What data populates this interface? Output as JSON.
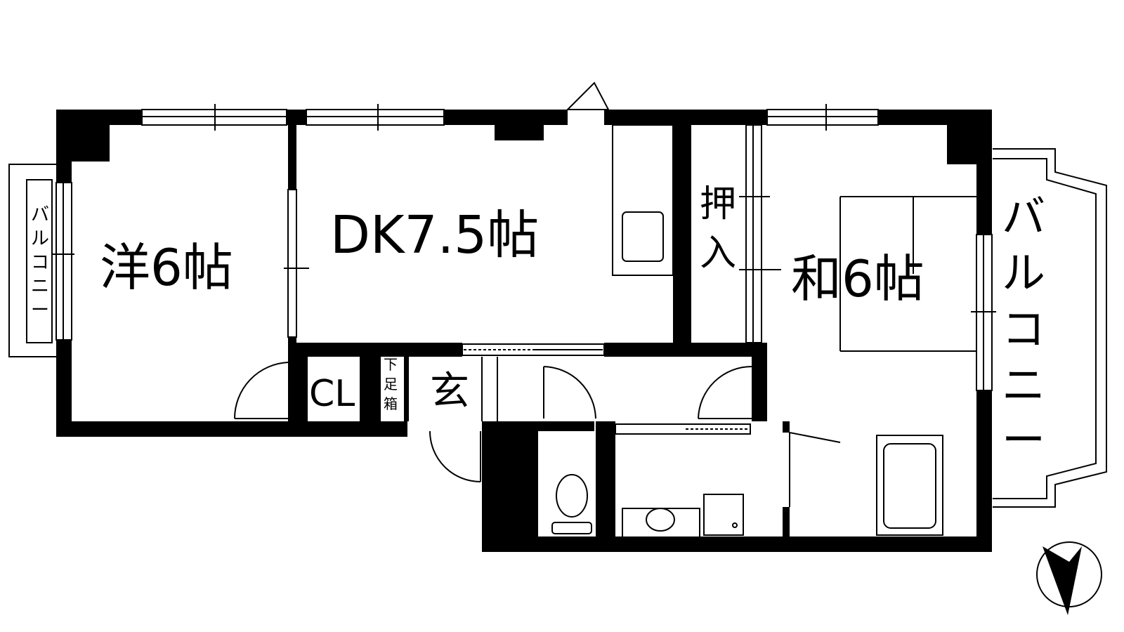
{
  "rooms": {
    "western": "洋6帖",
    "dk": "DK7.5帖",
    "japanese": "和6帖",
    "oshiire": [
      "押",
      "入"
    ],
    "closet": "CL",
    "genkan": "玄",
    "shoe_box": [
      "下",
      "足",
      "箱"
    ]
  },
  "balconies": {
    "left": [
      "バ",
      "ル",
      "コ",
      "ニ",
      "ー"
    ],
    "right": [
      "バ",
      "ル",
      "コ",
      "ニ",
      "ー"
    ]
  },
  "compass": {
    "icon": "north-arrow-icon"
  }
}
